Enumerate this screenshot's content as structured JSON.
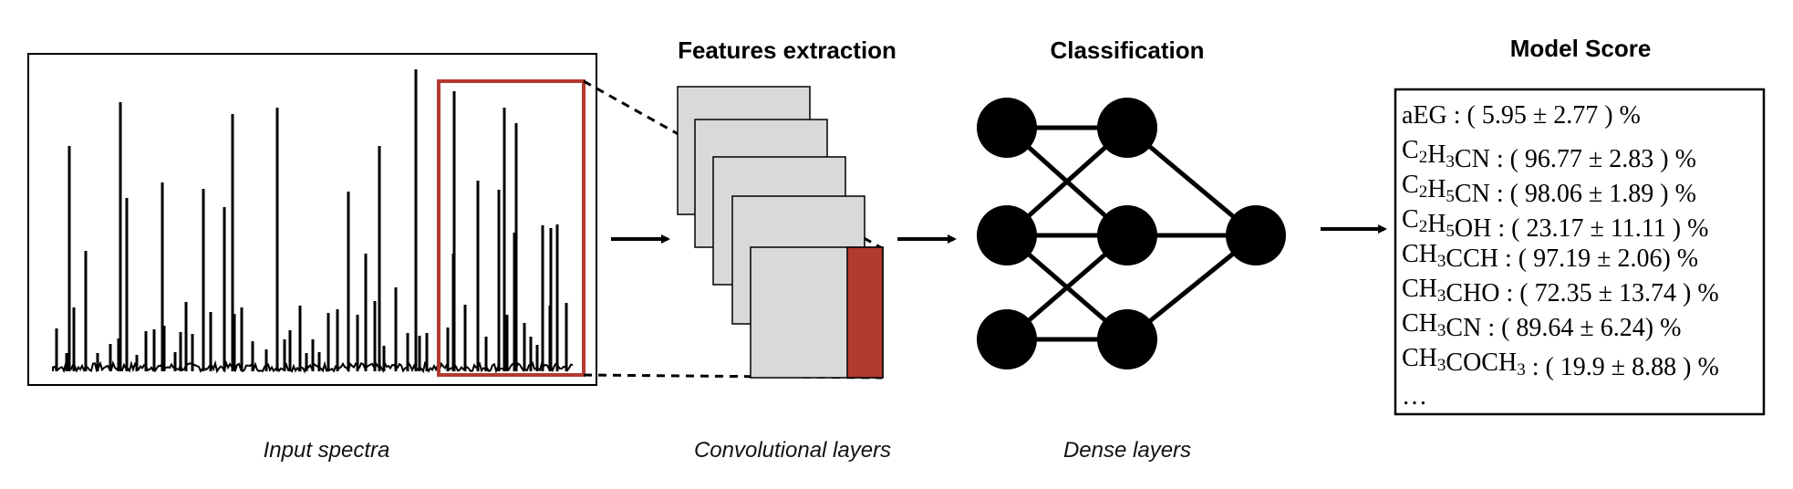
{
  "titles": {
    "features": "Features extraction",
    "classification": "Classification",
    "model_score": "Model Score"
  },
  "captions": {
    "input": "Input spectra",
    "conv": "Convolutional layers",
    "dense": "Dense layers"
  },
  "colors": {
    "highlight": "#B33A2E",
    "layer_fill": "#D9D9D9",
    "ink": "#000000"
  },
  "score_lines": [
    {
      "label": "aEG",
      "value": "( 5.95 ± 2.77 ) %"
    },
    {
      "label": "C2H3CN",
      "value": "( 96.77 ± 2.83 ) %"
    },
    {
      "label": "C2H5CN",
      "value": "( 98.06 ± 1.89 ) %"
    },
    {
      "label": "C2H5OH",
      "value": "( 23.17 ± 11.11 ) %"
    },
    {
      "label": "CH3CCH",
      "value": "( 97.19 ± 2.06) %"
    },
    {
      "label": "CH3CHO",
      "value": "( 72.35 ± 13.74 ) %"
    },
    {
      "label": "CH3CN",
      "value": "( 89.64 ± 6.24) %"
    },
    {
      "label": "CH3COCH3",
      "value": "( 19.9 ± 8.88 ) %"
    }
  ],
  "ellipsis": "…"
}
